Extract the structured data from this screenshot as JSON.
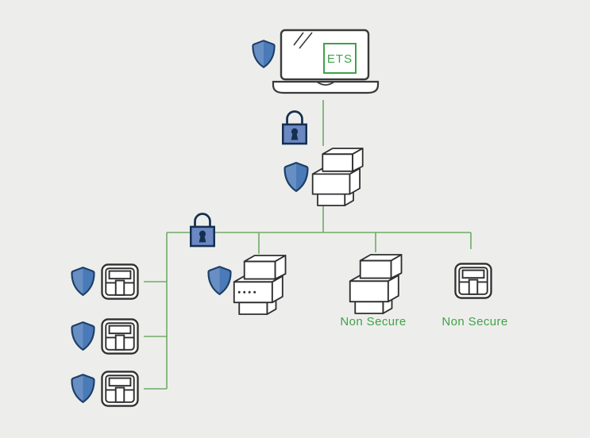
{
  "colors": {
    "background": "#edeeeb",
    "bus_line_green": "#6fab68",
    "label_green": "#3fa24a",
    "shield_fill_light": "#688fc3",
    "shield_fill_dark": "#4a7ab8",
    "shield_outline": "#1e3f66",
    "lock_body_blue": "#6c88c3",
    "device_outline": "#2f2f2f"
  },
  "laptop": {
    "ets_label": "ETS"
  },
  "labels": {
    "din_device_nonsecure": "Non Secure",
    "wall_switch_nonsecure": "Non Secure"
  },
  "icons": {
    "shield": "secure-shield-icon",
    "padlock": "secured-link-padlock-icon",
    "laptop": "ets-laptop-icon",
    "din_module": "din-rail-device-icon",
    "wall_switch": "wall-switch-icon"
  }
}
